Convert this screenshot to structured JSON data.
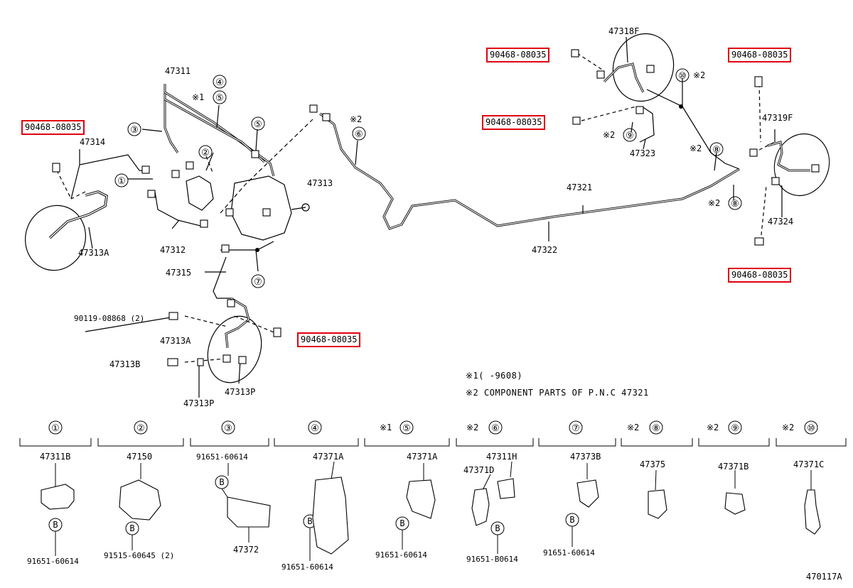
{
  "highlight_color": "#e00010",
  "highlight_part": "90468-08035",
  "callouts": {
    "c1": "①",
    "c2": "②",
    "c3": "③",
    "c4": "④",
    "c5": "⑤",
    "c6": "⑥",
    "c7": "⑦",
    "c8": "⑧",
    "c9": "⑨",
    "c10": "⑩",
    "b": "B",
    "mark1": "※1",
    "mark2": "※2"
  },
  "labels": {
    "p47311": "47311",
    "p47314": "47314",
    "p47313A": "47313A",
    "p47312": "47312",
    "p47313": "47313",
    "p47315": "47315",
    "p90119": "90119-08868 (2)",
    "p47313B": "47313B",
    "p47313P": "47313P",
    "p47318F": "47318F",
    "p47323": "47323",
    "p47319F": "47319F",
    "p47324": "47324",
    "p47321": "47321",
    "p47322": "47322"
  },
  "notes": {
    "n1": "※1(  -9608)",
    "n2": "※2 COMPONENT PARTS OF P.N.C 47321"
  },
  "components": [
    {
      "callout": "①",
      "mark": "",
      "parts": [
        "47311B",
        "91651-60614"
      ]
    },
    {
      "callout": "②",
      "mark": "",
      "parts": [
        "47150",
        "91515-60645 (2)"
      ]
    },
    {
      "callout": "③",
      "mark": "",
      "parts": [
        "91651-60614",
        "47372"
      ]
    },
    {
      "callout": "④",
      "mark": "",
      "parts": [
        "47371A",
        "91651-60614"
      ]
    },
    {
      "callout": "⑤",
      "mark": "※1",
      "parts": [
        "47371A",
        "91651-60614"
      ]
    },
    {
      "callout": "⑥",
      "mark": "※2",
      "parts": [
        "47311H",
        "47371D",
        "91651-B0614"
      ]
    },
    {
      "callout": "⑦",
      "mark": "",
      "parts": [
        "47373B",
        "91651-60614"
      ]
    },
    {
      "callout": "⑧",
      "mark": "※2",
      "parts": [
        "47375"
      ]
    },
    {
      "callout": "⑨",
      "mark": "※2",
      "parts": [
        "47371B"
      ]
    },
    {
      "callout": "⑩",
      "mark": "※2",
      "parts": [
        "47371C"
      ]
    }
  ],
  "figure_id": "470117A"
}
